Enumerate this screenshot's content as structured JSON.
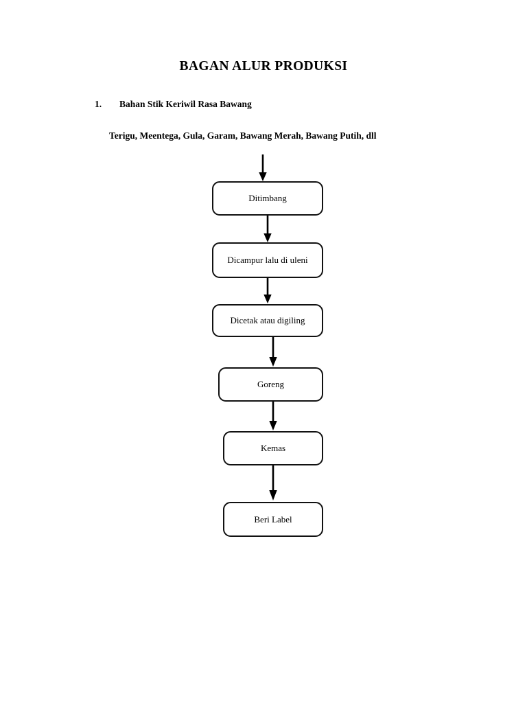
{
  "document": {
    "title": "BAGAN ALUR PRODUKSI",
    "list_number": "1.",
    "list_text": "Bahan Stik Keriwil Rasa Bawang",
    "ingredients": "Terigu, Meentega, Gula, Garam, Bawang Merah, Bawang Putih, dll"
  },
  "colors": {
    "page_background": "#ffffff",
    "text": "#000000",
    "node_border": "#111111",
    "arrow": "#000000"
  },
  "chart_data": {
    "type": "diagram",
    "title": "BAGAN ALUR PRODUKSI",
    "diagram_kind": "vertical-process-flowchart",
    "nodes": [
      {
        "id": "n1",
        "label": "Ditimbang"
      },
      {
        "id": "n2",
        "label": "Dicampur lalu di uleni"
      },
      {
        "id": "n3",
        "label": "Dicetak atau digiling"
      },
      {
        "id": "n4",
        "label": "Goreng"
      },
      {
        "id": "n5",
        "label": "Kemas"
      },
      {
        "id": "n6",
        "label": "Beri Label"
      }
    ],
    "edges": [
      {
        "from": "ingredients",
        "to": "n1"
      },
      {
        "from": "n1",
        "to": "n2"
      },
      {
        "from": "n2",
        "to": "n3"
      },
      {
        "from": "n3",
        "to": "n4"
      },
      {
        "from": "n4",
        "to": "n5"
      },
      {
        "from": "n5",
        "to": "n6"
      }
    ]
  },
  "flow": {
    "nodes": [
      {
        "label": "Ditimbang"
      },
      {
        "label": "Dicampur lalu di uleni"
      },
      {
        "label": "Dicetak atau digiling"
      },
      {
        "label": "Goreng"
      },
      {
        "label": "Kemas"
      },
      {
        "label": "Beri Label"
      }
    ]
  }
}
